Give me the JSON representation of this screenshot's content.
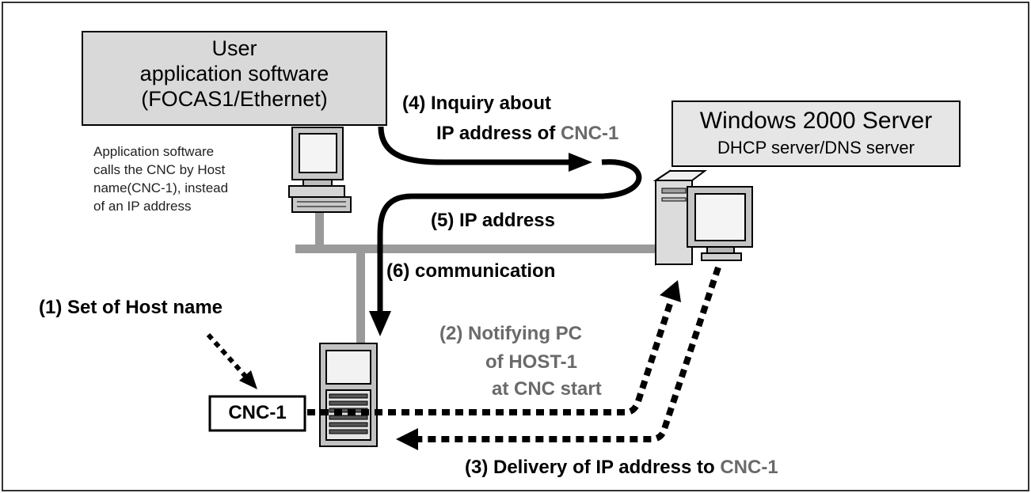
{
  "user_app": {
    "line1": "User",
    "line2": "application software",
    "line3": "(FOCAS1/Ethernet)"
  },
  "server": {
    "title": "Windows 2000 Server",
    "subtitle": "DHCP server/DNS server"
  },
  "note": {
    "line1": "Application software",
    "line2": "calls  the CNC by Host",
    "line3": "name(CNC-1), instead",
    "line4": "of an IP address"
  },
  "cnc_box": "CNC-1",
  "steps": {
    "s1": "(1) Set of Host name",
    "s2_line1": "(2) Notifying  PC",
    "s2_line2": "of HOST-1",
    "s2_line3": "at CNC start",
    "s3_prefix": "(3) Delivery of IP address to ",
    "s3_host": "CNC-1",
    "s4_line1": "(4) Inquiry about",
    "s4_line2_prefix": "IP address of ",
    "s4_host": "CNC-1",
    "s5": "(5) IP address",
    "s6": "(6) communication"
  },
  "colors": {
    "box_fill": "#d9d9d9",
    "grey_text": "#6a6a6a",
    "cable": "#9a9a9a"
  }
}
